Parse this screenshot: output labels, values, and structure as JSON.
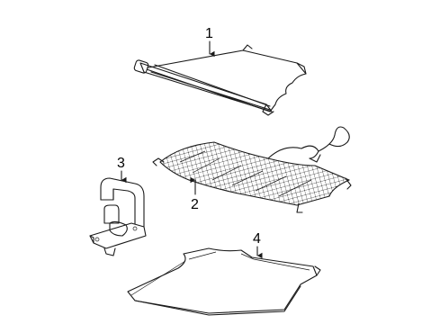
{
  "callouts": {
    "part1": "1",
    "part2": "2",
    "part3": "3",
    "part4": "4"
  },
  "colors": {
    "line": "#1a1a1a",
    "background": "#ffffff"
  }
}
